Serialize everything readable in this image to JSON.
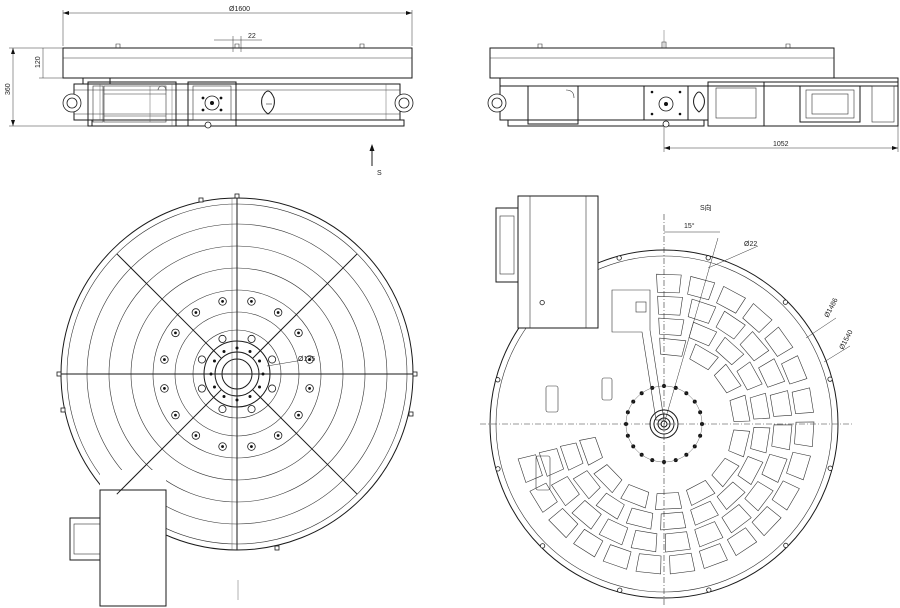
{
  "dimensions": {
    "diameter_1600": "Ø1600",
    "width_22": "22",
    "height_120": "120",
    "height_360": "360",
    "length_1052": "1052",
    "section_s_top": "S",
    "section_s_plan": "S向",
    "angle_15": "15°",
    "diameter_22": "Ø22",
    "diameter_135": "Ø135",
    "diameter_1486": "Ø1486",
    "diameter_1540": "Ø1540"
  }
}
